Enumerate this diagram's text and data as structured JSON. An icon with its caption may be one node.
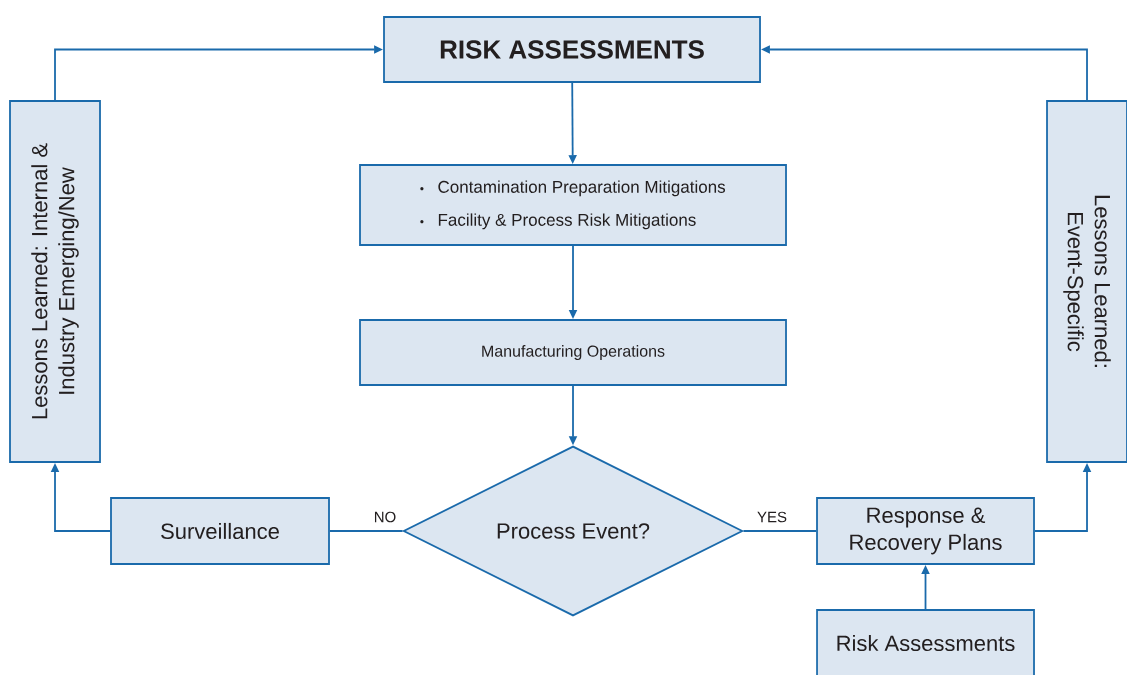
{
  "diagram": {
    "nodes": [
      {
        "text": [
          "RISK ASSESSMENTS"
        ]
      },
      {
        "text": [
          "Contamination Preparation Mitigations",
          "Facility & Process Risk Mitigations"
        ]
      },
      {
        "text": [
          "Manufacturing Operations"
        ]
      },
      {
        "text": [
          "Process Event?"
        ]
      },
      {
        "text": [
          "Surveillance"
        ]
      },
      {
        "text": [
          "Response & Recovery Plans"
        ]
      },
      {
        "text": [
          "Risk Assessments"
        ]
      },
      {
        "text": [
          "Lessons Learned: Internal & Industry Emerging/New"
        ]
      },
      {
        "text": [
          "Lessons Learned: Event-Specific"
        ]
      }
    ],
    "edges": [
      {
        "from": 0,
        "to": 1,
        "arrow": "to"
      },
      {
        "from": 1,
        "to": 2,
        "arrow": "to"
      },
      {
        "from": 2,
        "to": 3,
        "arrow": "to"
      },
      {
        "from": 3,
        "to": 4,
        "arrow": "none",
        "label": "NO"
      },
      {
        "from": 3,
        "to": 5,
        "arrow": "none",
        "label": "YES"
      },
      {
        "from": 4,
        "to": 7,
        "arrow": "to"
      },
      {
        "from": 5,
        "to": 8,
        "arrow": "to"
      },
      {
        "from": 6,
        "to": 5,
        "arrow": "to"
      },
      {
        "from": 7,
        "to": 0,
        "arrow": "to"
      },
      {
        "from": 8,
        "to": 0,
        "arrow": "to"
      }
    ]
  }
}
